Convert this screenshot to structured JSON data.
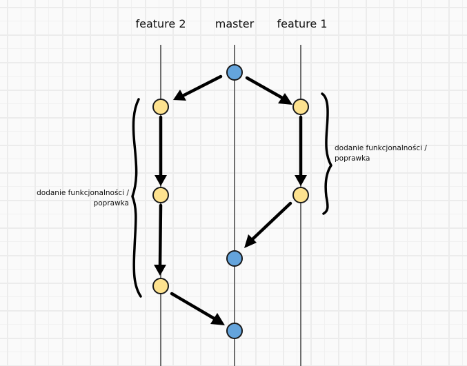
{
  "diagram": {
    "type": "git-branching-workflow",
    "colors": {
      "master_node": "#64a4dc",
      "feature_node": "#fde28f",
      "branch_line": "#6e6e6e",
      "arrow": "#000000",
      "grid": "#ececec",
      "background": "#fafafa"
    },
    "branches": [
      {
        "id": "feature2",
        "label": "feature 2"
      },
      {
        "id": "master",
        "label": "master"
      },
      {
        "id": "feature1",
        "label": "feature 1"
      }
    ],
    "commits": [
      {
        "id": "m1",
        "branch": "master",
        "order": 1
      },
      {
        "id": "f2a",
        "branch": "feature2",
        "order": 2
      },
      {
        "id": "f1a",
        "branch": "feature1",
        "order": 2
      },
      {
        "id": "f2b",
        "branch": "feature2",
        "order": 3
      },
      {
        "id": "f1b",
        "branch": "feature1",
        "order": 3
      },
      {
        "id": "m2",
        "branch": "master",
        "order": 4
      },
      {
        "id": "f2c",
        "branch": "feature2",
        "order": 5
      },
      {
        "id": "m3",
        "branch": "master",
        "order": 6
      }
    ],
    "edges": [
      {
        "from": "m1",
        "to": "f2a"
      },
      {
        "from": "m1",
        "to": "f1a"
      },
      {
        "from": "f2a",
        "to": "f2b"
      },
      {
        "from": "f1a",
        "to": "f1b"
      },
      {
        "from": "f1b",
        "to": "m2"
      },
      {
        "from": "f2b",
        "to": "f2c"
      },
      {
        "from": "f2c",
        "to": "m3"
      }
    ],
    "annotations": {
      "left": {
        "line1": "dodanie funkcjonalności /",
        "line2": "poprawka"
      },
      "right": {
        "line1": "dodanie funkcjonalności /",
        "line2": "poprawka"
      }
    }
  }
}
